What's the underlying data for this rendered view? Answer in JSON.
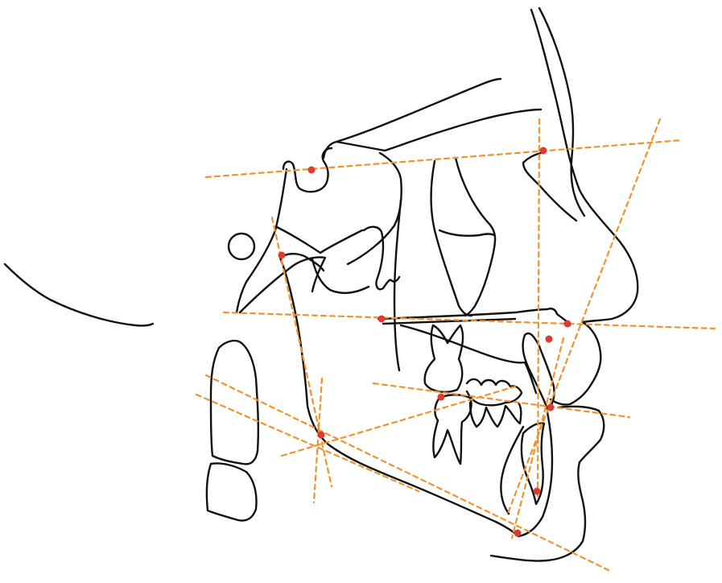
{
  "diagram": {
    "kind": "cephalometric-tracing",
    "colors": {
      "outline": "#111111",
      "reference_line": "#F0922E",
      "landmark": "#E03A2E",
      "background": "#FFFFFF"
    },
    "landmark_count": 11,
    "reference_line_count": 9
  }
}
